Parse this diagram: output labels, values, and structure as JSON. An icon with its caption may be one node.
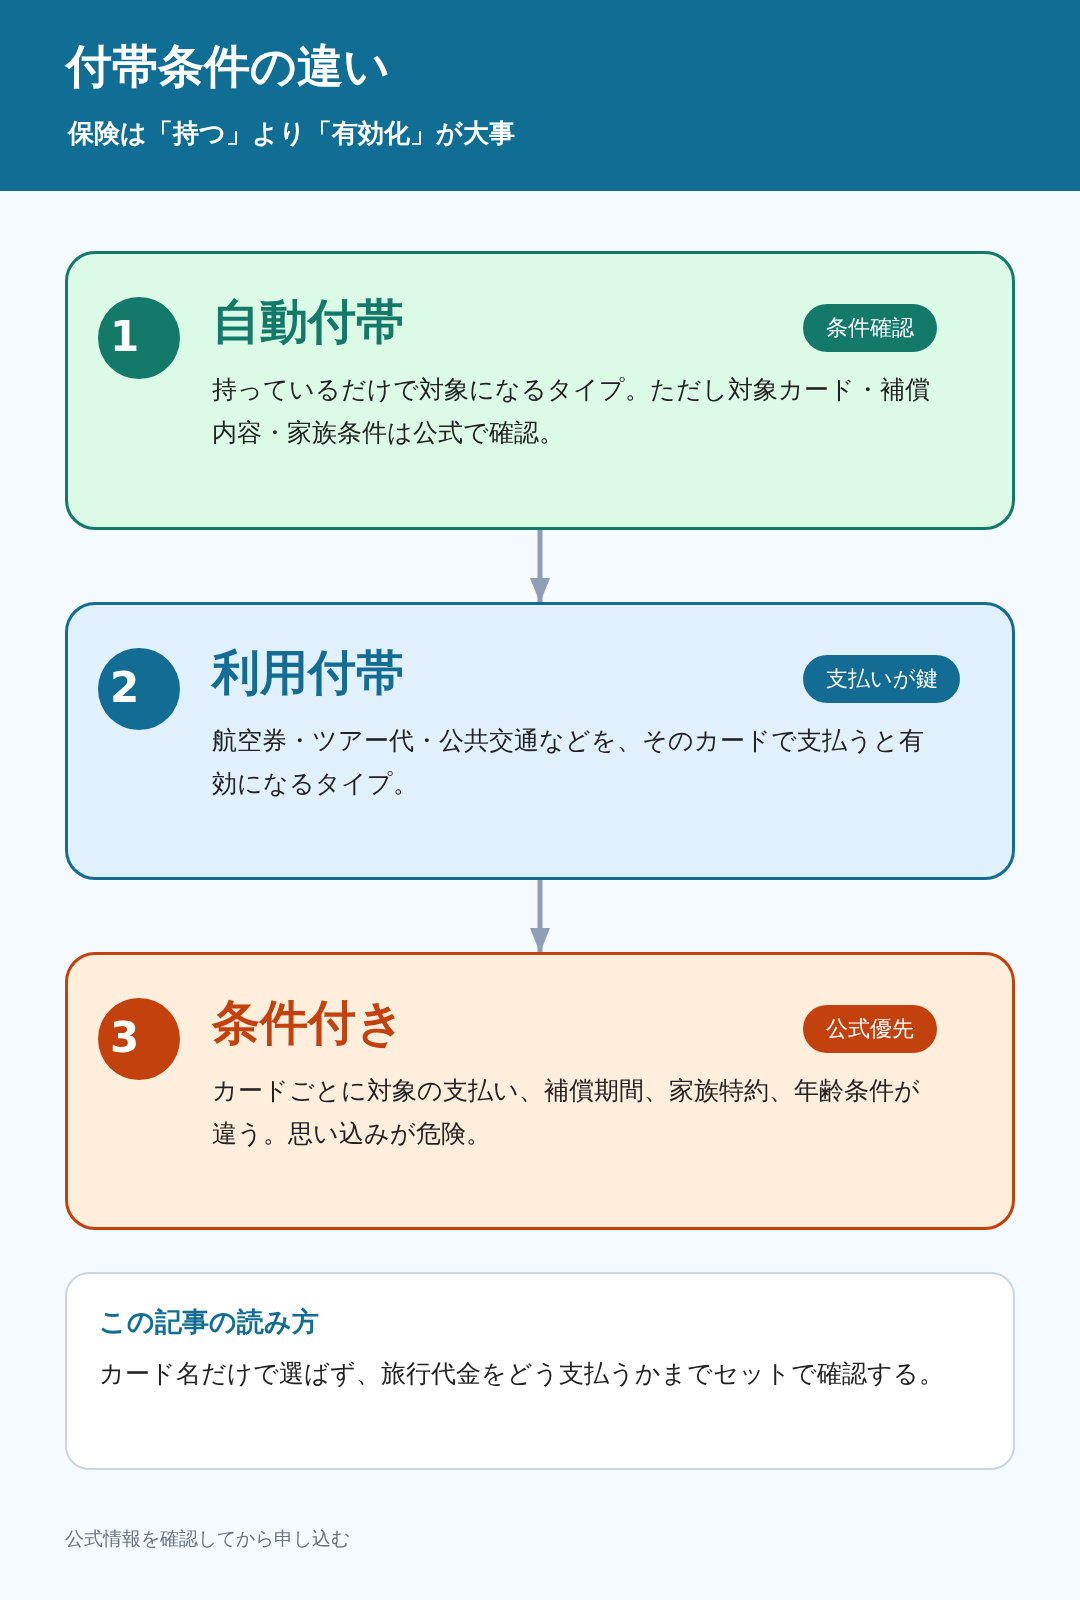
{
  "diagram": {
    "title": "付帯条件の違い",
    "nodes": [
      {
        "text": [
          "自動付帯",
          "持っているだけで対象になるタイプ。ただし対象カード・補償内容・家族条件は公式で確認。"
        ]
      },
      {
        "text": [
          "1"
        ],
        "in": 0
      },
      {
        "text": [
          "条件確認"
        ],
        "in": 0
      },
      {
        "text": [
          "利用付帯",
          "航空券・ツアー代・公共交通などを、そのカードで支払うと有効になるタイプ。"
        ]
      },
      {
        "text": [
          "2"
        ],
        "in": 3
      },
      {
        "text": [
          "支払いが鍵"
        ],
        "in": 3
      },
      {
        "text": [
          "条件付き",
          "カードごとに対象の支払い、補償期間、家族特約、年齢条件が違う。思い込みが危険。"
        ]
      },
      {
        "text": [
          "3"
        ],
        "in": 6
      },
      {
        "text": [
          "公式優先"
        ],
        "in": 6
      },
      {
        "text": [
          "この記事の読み方",
          "カード名だけで選ばず、旅行代金をどう支払うかまでセットで確認する。"
        ]
      }
    ],
    "edges": [
      {
        "from": 0,
        "to": 3,
        "arrow": "to"
      },
      {
        "from": 3,
        "to": 6,
        "arrow": "to"
      }
    ],
    "labels": [
      "保険は「持つ」より「有効化」が大事",
      "公式情報を確認してから申し込む"
    ]
  }
}
